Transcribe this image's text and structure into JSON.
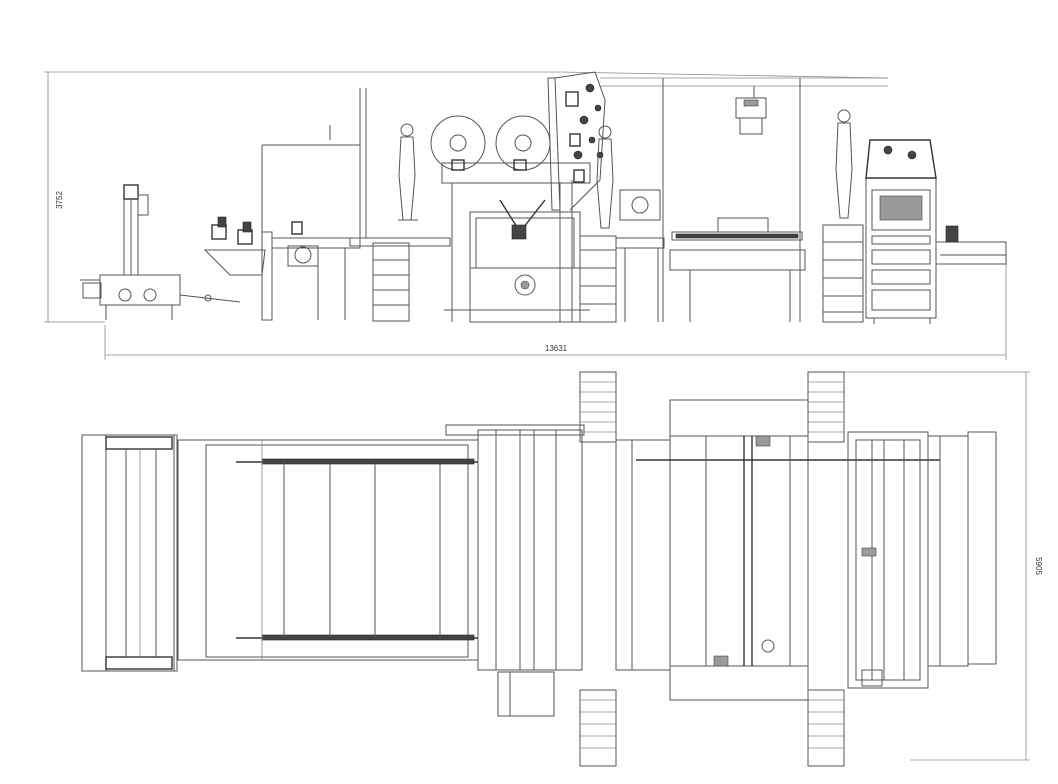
{
  "dimensions": {
    "height_side": "3752",
    "total_length": "13631",
    "width_plan": "5905"
  },
  "views": [
    {
      "name": "side-elevation"
    },
    {
      "name": "plan-view"
    }
  ]
}
